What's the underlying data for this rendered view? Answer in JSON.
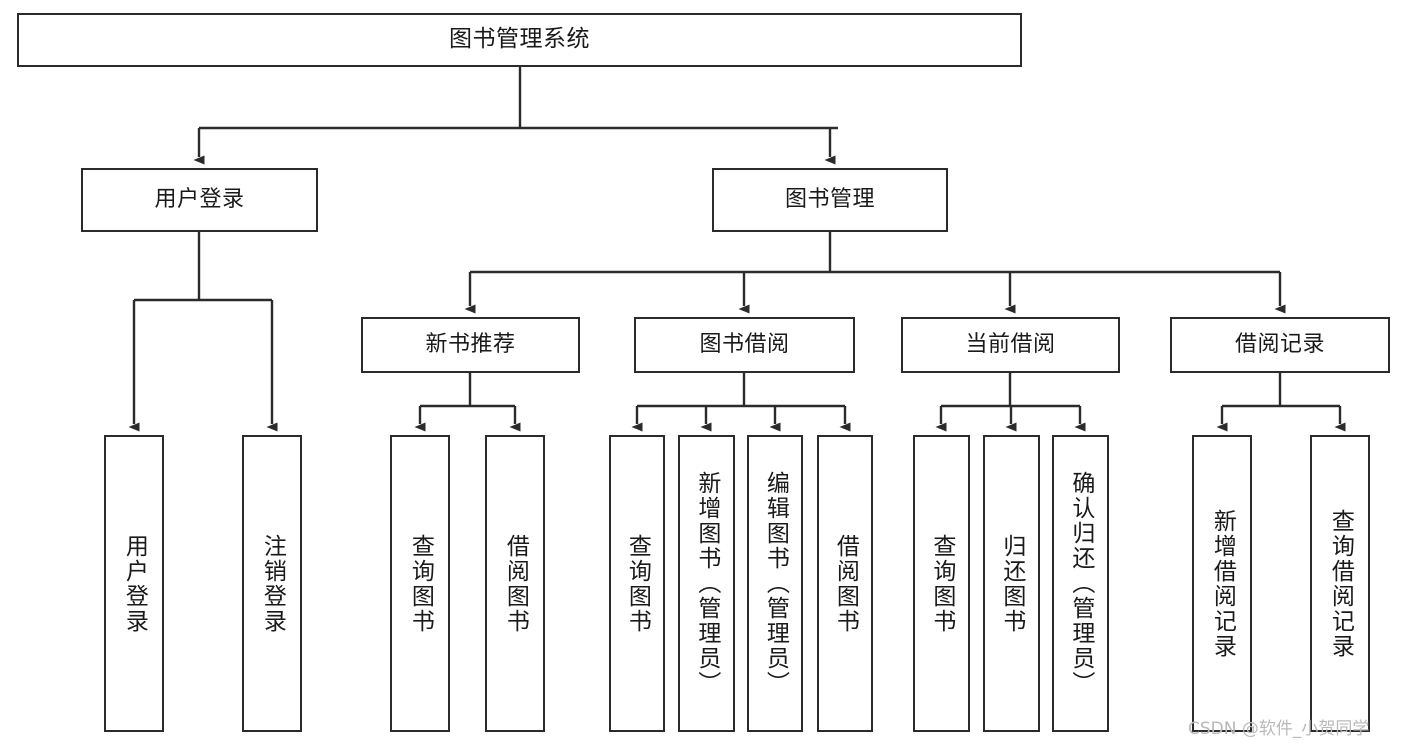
{
  "diagram": {
    "title": "图书管理系统",
    "type": "tree-hierarchy",
    "watermark": "CSDN @软件_小贺同学",
    "colors": {
      "background": "#ffffff",
      "box_border": "#2b2b2b",
      "box_fill": "#ffffff",
      "text": "#1a1a1a",
      "edge": "#2b2b2b",
      "watermark": "#b9b9b9"
    }
  },
  "nodes": {
    "root": {
      "label": "图书管理系统"
    },
    "level2": [
      {
        "label": "用户登录"
      },
      {
        "label": "图书管理"
      }
    ],
    "level3": [
      {
        "label": "新书推荐"
      },
      {
        "label": "图书借阅"
      },
      {
        "label": "当前借阅"
      },
      {
        "label": "借阅记录"
      }
    ],
    "leaves": [
      {
        "label": "用户登录",
        "parent": "用户登录"
      },
      {
        "label": "注销登录",
        "parent": "用户登录"
      },
      {
        "label": "查询图书",
        "parent": "新书推荐"
      },
      {
        "label": "借阅图书",
        "parent": "新书推荐"
      },
      {
        "label": "查询图书",
        "parent": "图书借阅"
      },
      {
        "label": "新增图书（管理员）",
        "parent": "图书借阅"
      },
      {
        "label": "编辑图书（管理员）",
        "parent": "图书借阅"
      },
      {
        "label": "借阅图书",
        "parent": "图书借阅"
      },
      {
        "label": "查询图书",
        "parent": "当前借阅"
      },
      {
        "label": "归还图书",
        "parent": "当前借阅"
      },
      {
        "label": "确认归还（管理员）",
        "parent": "当前借阅"
      },
      {
        "label": "新增借阅记录",
        "parent": "借阅记录"
      },
      {
        "label": "查询借阅记录",
        "parent": "借阅记录"
      }
    ]
  }
}
